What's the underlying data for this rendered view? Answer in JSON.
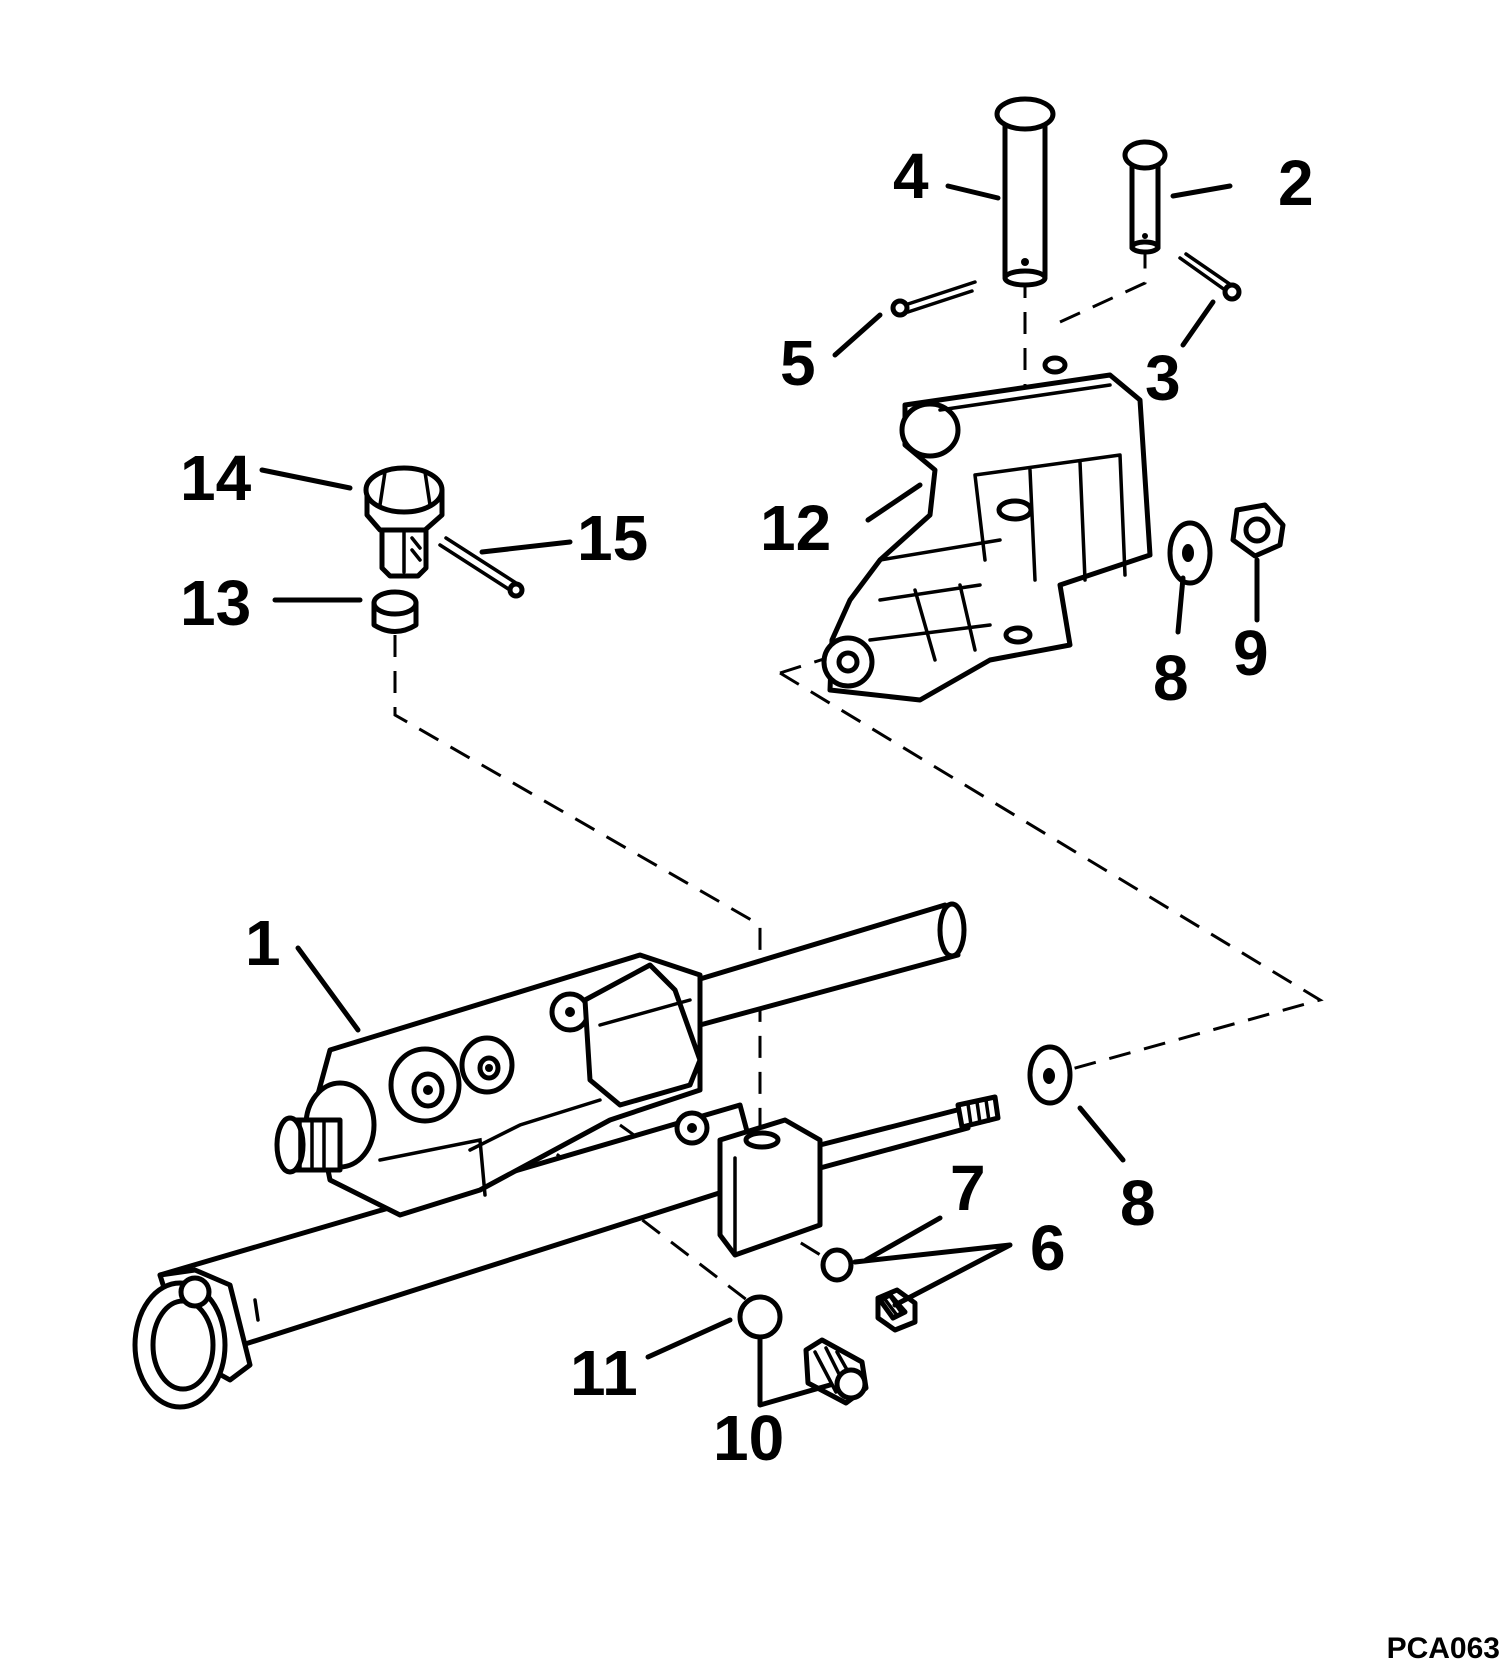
{
  "diagram": {
    "figure_code": "PCA063",
    "callouts": [
      {
        "id": "c1",
        "label": "1"
      },
      {
        "id": "c2",
        "label": "2"
      },
      {
        "id": "c3",
        "label": "3"
      },
      {
        "id": "c4",
        "label": "4"
      },
      {
        "id": "c5",
        "label": "5"
      },
      {
        "id": "c6",
        "label": "6"
      },
      {
        "id": "c7",
        "label": "7"
      },
      {
        "id": "c8a",
        "label": "8"
      },
      {
        "id": "c8b",
        "label": "8"
      },
      {
        "id": "c9",
        "label": "9"
      },
      {
        "id": "c10",
        "label": "10"
      },
      {
        "id": "c11",
        "label": "11"
      },
      {
        "id": "c12",
        "label": "12"
      },
      {
        "id": "c13",
        "label": "13"
      },
      {
        "id": "c14",
        "label": "14"
      },
      {
        "id": "c15",
        "label": "15"
      }
    ]
  }
}
